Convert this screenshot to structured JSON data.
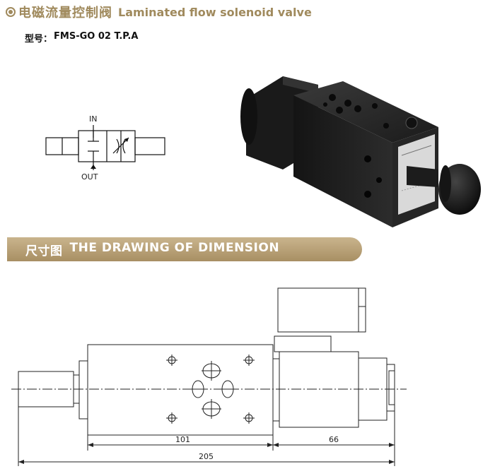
{
  "header": {
    "title_cn": "电磁流量控制阀",
    "title_en": "Laminated flow solenoid valve"
  },
  "model": {
    "label": "型号：",
    "value": "FMS-GO 02 T.P.A"
  },
  "symbol": {
    "in_label": "IN",
    "out_label": "OUT"
  },
  "section": {
    "title_cn": "尺寸图",
    "title_en": "THE DRAWING OF DIMENSION"
  },
  "dimensions": {
    "d1": "101",
    "d2": "66",
    "d3": "205"
  },
  "colors": {
    "accent": "#a08a5d"
  }
}
